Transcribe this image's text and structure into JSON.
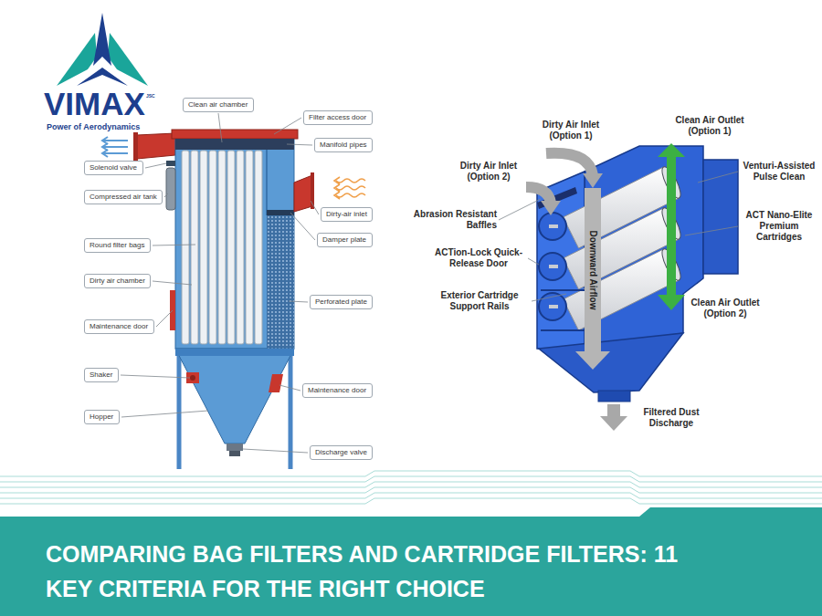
{
  "diagram": {
    "title": "COMPARING BAG FILTERS AND CARTRIDGE FILTERS: 11 KEY CRITERIA FOR THE RIGHT CHOICE",
    "nodes": [
      {
        "text": [
          "Clean air chamber"
        ]
      },
      {
        "text": [
          "Filter access door"
        ]
      },
      {
        "text": [
          "Manifold pipes"
        ]
      },
      {
        "text": [
          "Solenoid valve"
        ]
      },
      {
        "text": [
          "Compressed air tank"
        ]
      },
      {
        "text": [
          "Dirty-air inlet"
        ]
      },
      {
        "text": [
          "Damper plate"
        ]
      },
      {
        "text": [
          "Round filter bags"
        ]
      },
      {
        "text": [
          "Dirty air chamber"
        ]
      },
      {
        "text": [
          "Perforated plate"
        ]
      },
      {
        "text": [
          "Maintenance door"
        ]
      },
      {
        "text": [
          "Shaker"
        ]
      },
      {
        "text": [
          "Maintenance door"
        ]
      },
      {
        "text": [
          "Hopper"
        ]
      },
      {
        "text": [
          "Discharge valve"
        ]
      }
    ],
    "labels": [
      "VIMAX",
      "JSC",
      "Power of Aerodynamics",
      "Dirty Air Inlet (Option 1)",
      "Dirty Air Inlet (Option 2)",
      "Abrasion Resistant Baffles",
      "ACTion-Lock Quick-Release Door",
      "Exterior Cartridge Support Rails",
      "Downward Airflow",
      "Clean Air Outlet (Option 1)",
      "Venturi-Assisted Pulse Clean",
      "ACT Nano-Elite Premium Cartridges",
      "Clean Air Outlet (Option 2)",
      "Filtered Dust Discharge"
    ]
  }
}
